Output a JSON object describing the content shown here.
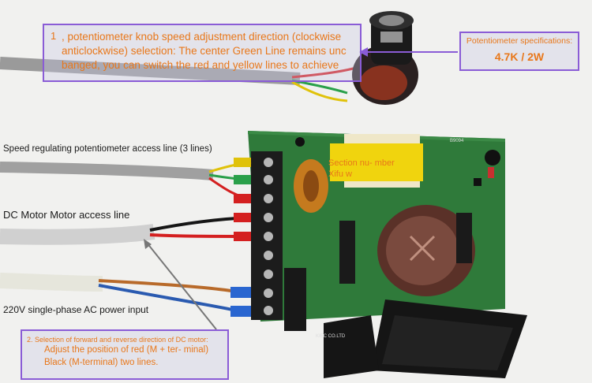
{
  "callouts": {
    "direction": {
      "number": "1",
      "text": ", potentiometer knob speed adjustment direction (clockwise anticlockwise) selection: The center Green Line remains unc banged, you can switch the red and yellow lines to achieve"
    },
    "specs": {
      "label": "Potentiometer specifications:",
      "value": "4.7K / 2W"
    },
    "motor_direction": {
      "label": "2. Selection of forward and reverse direction of DC motor:",
      "text": "Adjust the position of red (M + ter- minal) Black (M-terminal) two lines."
    }
  },
  "labels": {
    "speed_line": "Speed regulating potentiometer access line (3 lines)",
    "motor_line": "DC Motor Motor access line",
    "ac_input": "220V single-phase AC power input",
    "section_number": "Section nu- mber Xifu w"
  },
  "board": {
    "silk_brand": "KIEC CO.LTD",
    "silk_code": "B9094"
  },
  "colors": {
    "background": "#f1f1ef",
    "pcb": "#2f7a3a",
    "accent": "#e8771a",
    "callout_border": "#8a5cd6"
  }
}
